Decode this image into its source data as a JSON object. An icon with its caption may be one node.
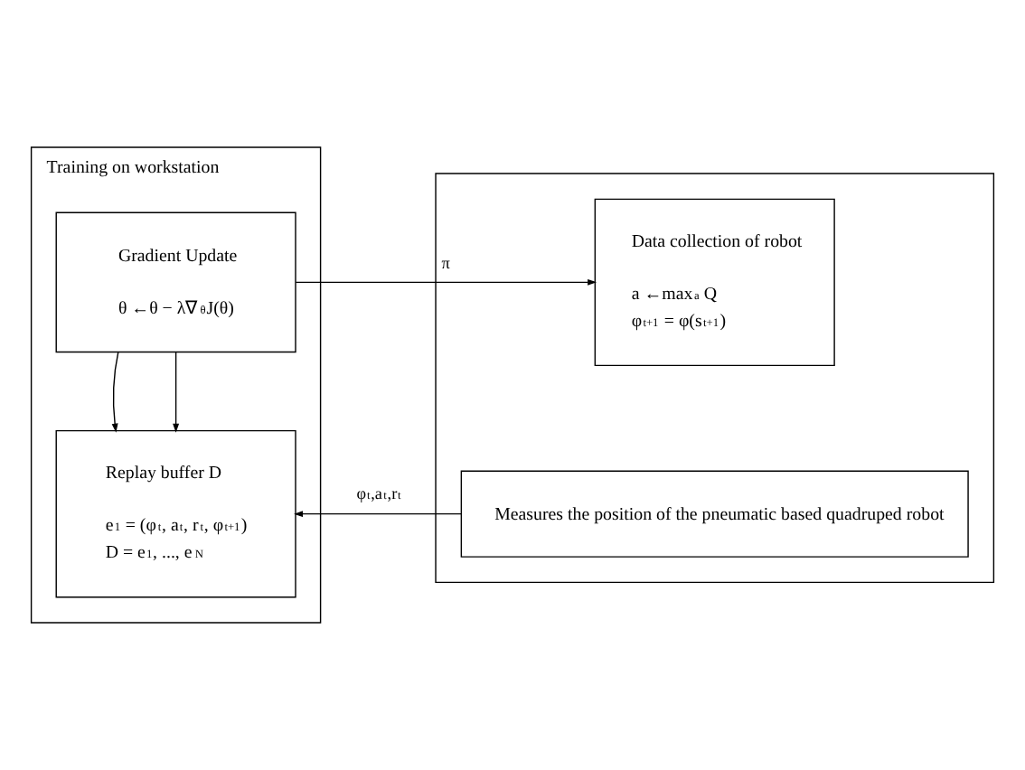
{
  "diagram": {
    "nodes": [
      {
        "text": [
          "Training on workstation"
        ]
      },
      {
        "text": [
          "Gradient Update",
          "θ ←θ − λ∇$_{θ}$J(θ)"
        ],
        "in": 0
      },
      {
        "text": [
          "Replay buffer D",
          "e$_{1}$ = (φ$_{t}$, a$_{t}$, r$_{t}$, φ$_{t+1}$)",
          "D = e$_{1}$, ..., e$_{N}$"
        ],
        "in": 0
      },
      {
        "text": [],
        "shape": "box"
      },
      {
        "text": [
          "Data collection of robot",
          "a ←max$_{a}$ Q",
          "φ$_{t+1}$ = φ(s$_{t+1}$)"
        ],
        "in": 3
      },
      {
        "text": [
          "Measures the position of the pneumatic based quadruped robot"
        ],
        "in": 3
      }
    ],
    "edges": [
      {
        "from": 1,
        "to": 2,
        "arrow": "to"
      },
      {
        "from": 1,
        "to": 4,
        "arrow": "to",
        "label": "π"
      },
      {
        "from": 1,
        "to": 2,
        "arrow": "to"
      },
      {
        "from": 5,
        "to": 2,
        "arrow": "to",
        "label": "φ$_{t}$,a$_{t}$,r$_{t}$"
      }
    ]
  }
}
